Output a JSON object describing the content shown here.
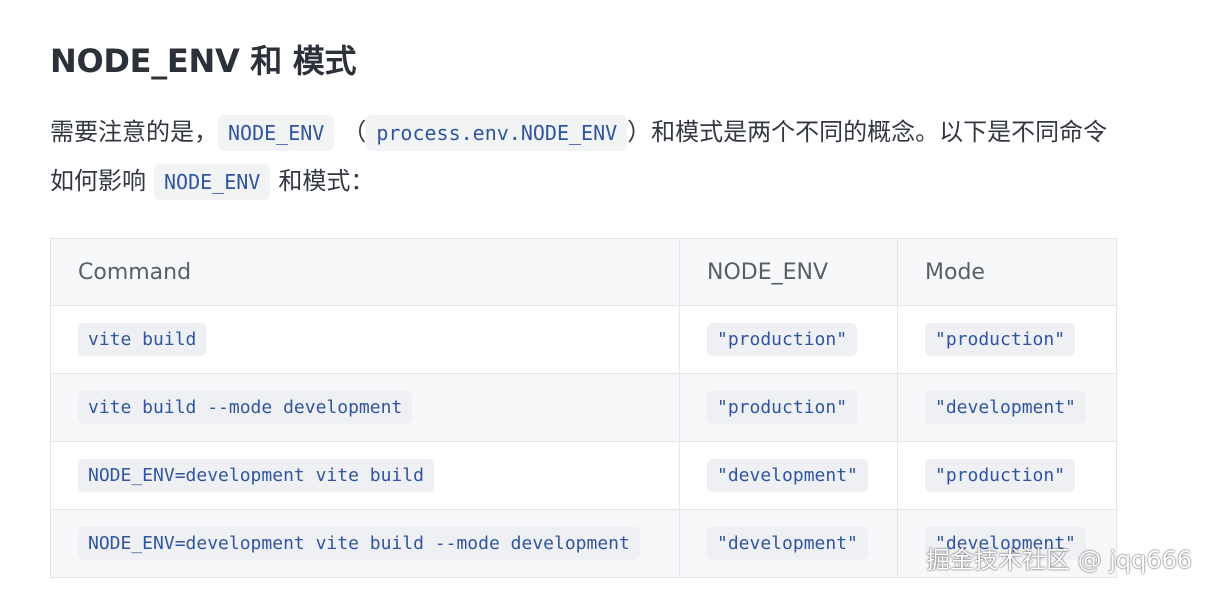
{
  "heading": "NODE_ENV 和 模式",
  "paragraph": {
    "line1": {
      "text_before": "需要注意的是，",
      "code_1": "NODE_ENV",
      "paren_open": "（",
      "code_2": "process.env.NODE_ENV",
      "paren_close": "）",
      "text_after": "和模式是两个不同的概念。以下是不同命令"
    },
    "line2": {
      "text_before": "如何影响",
      "code": "NODE_ENV",
      "text_after": "和模式："
    }
  },
  "table": {
    "headers": [
      "Command",
      "NODE_ENV",
      "Mode"
    ],
    "rows": [
      {
        "command": "vite build",
        "node_env": "\"production\"",
        "mode": "\"production\""
      },
      {
        "command": "vite build --mode development",
        "node_env": "\"production\"",
        "mode": "\"development\""
      },
      {
        "command": "NODE_ENV=development vite build",
        "node_env": "\"development\"",
        "mode": "\"production\""
      },
      {
        "command": "NODE_ENV=development vite build --mode development",
        "node_env": "\"development\"",
        "mode": "\"development\""
      }
    ]
  },
  "watermark": "掘金技术社区 @ jqq666"
}
